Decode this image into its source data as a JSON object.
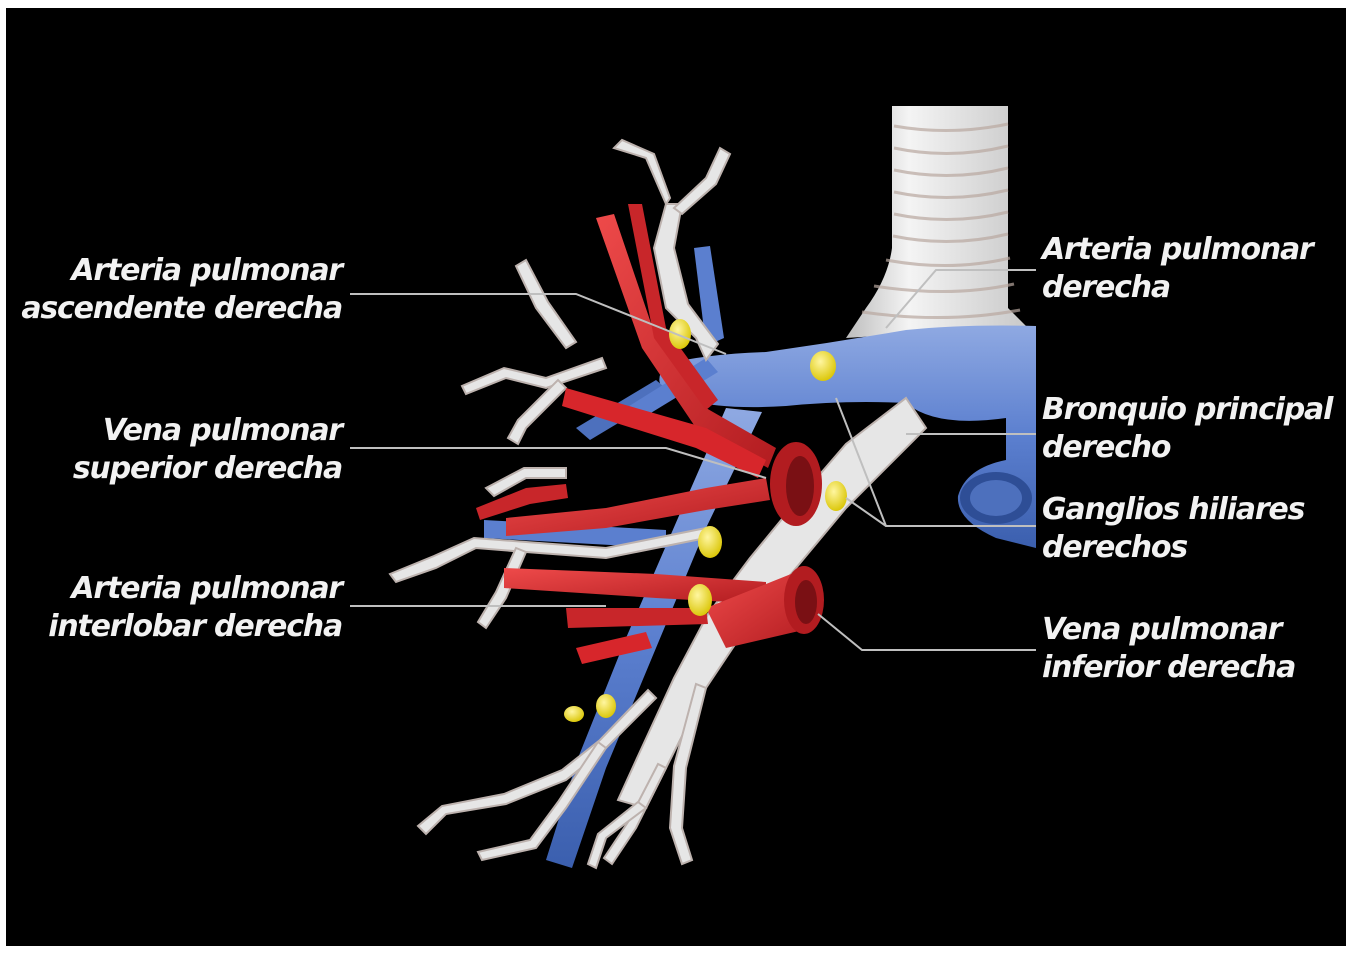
{
  "colors": {
    "background": "#000000",
    "frame": "#ffffff",
    "artery_blue": "#5b7fcf",
    "vein_red": "#d7262b",
    "bronchus_white": "#e8e8e8",
    "lymph_node_yellow": "#f2e22a",
    "leader_line": "#bfbfbf",
    "label_text": "#f2f2f2"
  },
  "labels": {
    "arteria_ascendente": {
      "line1": "Arteria pulmonar",
      "line2": "ascendente derecha"
    },
    "vena_superior": {
      "line1": "Vena pulmonar",
      "line2": "superior derecha"
    },
    "arteria_interlobar": {
      "line1": "Arteria pulmonar",
      "line2": "interlobar derecha"
    },
    "arteria_derecha": {
      "line1": "Arteria pulmonar",
      "line2": "derecha"
    },
    "bronquio": {
      "line1": "Bronquio principal",
      "line2": "derecho"
    },
    "ganglios": {
      "line1": "Ganglios hiliares",
      "line2": "derechos"
    },
    "vena_inferior": {
      "line1": "Vena pulmonar",
      "line2": "inferior derecha"
    }
  },
  "structures": [
    "trachea",
    "right-main-bronchus",
    "bronchial-tree",
    "right-pulmonary-artery",
    "pulmonary-artery-branches",
    "superior-pulmonary-vein",
    "inferior-pulmonary-vein",
    "hilar-lymph-nodes"
  ]
}
